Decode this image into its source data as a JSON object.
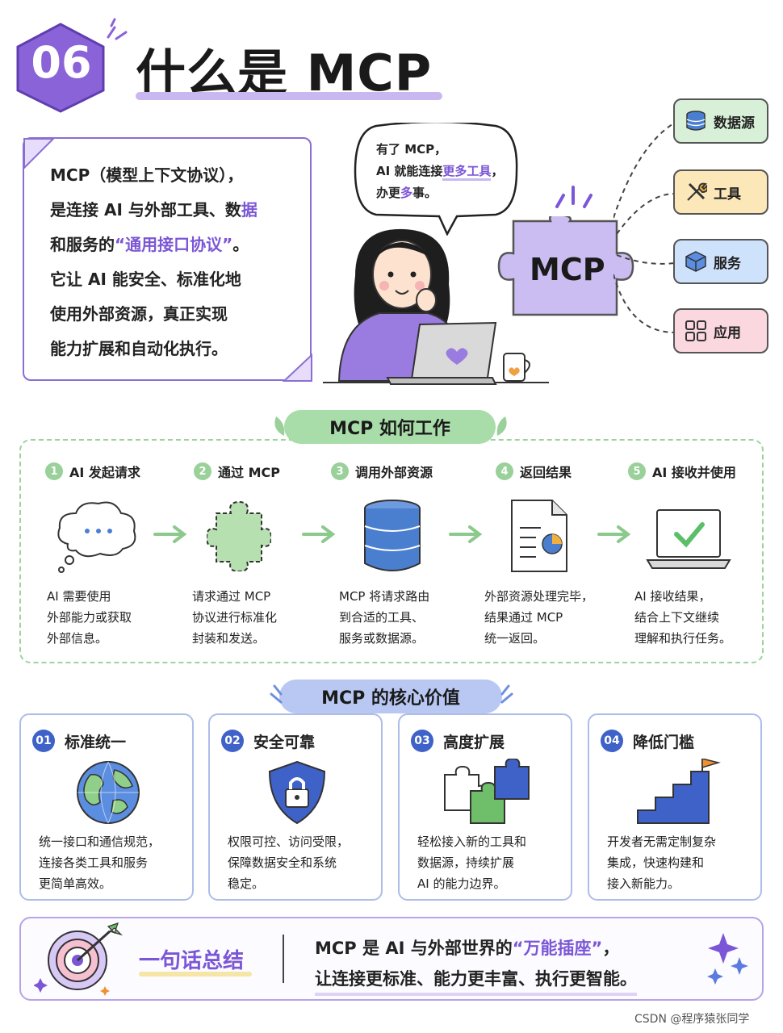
{
  "header": {
    "badge": "06",
    "title": "什么是 MCP"
  },
  "intro": {
    "line1": "MCP（模型上下文协议），",
    "line2_a": "是连接 AI 与外部工具、数",
    "line2_b": "据",
    "line3_a": "和服务的",
    "line3_b": "“通用接口协议”",
    "line3_c": "。",
    "line4": "它让 AI 能安全、标准化地",
    "line5": "使用外部资源，真正实现",
    "line6": "能力扩展和自动化执行。"
  },
  "bubble": {
    "line1": "有了 MCP，",
    "line2_a": "AI 就能连接",
    "line2_b": "更多工具",
    "line2_c": "，",
    "line3_a": "办更",
    "line3_b": "多",
    "line3_c": "事。"
  },
  "hub": {
    "label": "MCP",
    "targets": [
      "数据源",
      "工具",
      "服务",
      "应用"
    ]
  },
  "workflow": {
    "title": "MCP 如何工作",
    "steps": [
      {
        "num": "1",
        "title": "AI 发起请求",
        "desc": [
          "AI 需要使用",
          "外部能力或获取",
          "外部信息。"
        ]
      },
      {
        "num": "2",
        "title": "通过 MCP",
        "desc": [
          "请求通过 MCP",
          "协议进行标准化",
          "封装和发送。"
        ]
      },
      {
        "num": "3",
        "title": "调用外部资源",
        "desc": [
          "MCP 将请求路由",
          "到合适的工具、",
          "服务或数据源。"
        ]
      },
      {
        "num": "4",
        "title": "返回结果",
        "desc": [
          "外部资源处理完毕，",
          "结果通过 MCP",
          "统一返回。"
        ]
      },
      {
        "num": "5",
        "title": "AI 接收并使用",
        "desc": [
          "AI 接收结果，",
          "结合上下文继续",
          "理解和执行任务。"
        ]
      }
    ]
  },
  "values": {
    "title": "MCP 的核心价值",
    "cards": [
      {
        "num": "01",
        "title": "标准统一",
        "desc": [
          "统一接口和通信规范，",
          "连接各类工具和服务",
          "更简单高效。"
        ]
      },
      {
        "num": "02",
        "title": "安全可靠",
        "desc": [
          "权限可控、访问受限，",
          "保障数据安全和系统",
          "稳定。"
        ]
      },
      {
        "num": "03",
        "title": "高度扩展",
        "desc": [
          "轻松接入新的工具和",
          "数据源，持续扩展",
          "AI 的能力边界。"
        ]
      },
      {
        "num": "04",
        "title": "降低门槛",
        "desc": [
          "开发者无需定制复杂",
          "集成，快速构建和",
          "接入新能力。"
        ]
      }
    ]
  },
  "summary": {
    "label": "一句话总结",
    "line1_a": "MCP 是 AI 与外部世界的",
    "line1_b": "“万能插座”",
    "line1_c": "，",
    "line2": "让连接更标准、能力更丰富、执行更智能。"
  },
  "watermark": "CSDN @程序猿张同学",
  "colors": {
    "purple": "#7b56d6",
    "green": "#9ad09a",
    "blue": "#3f62c8"
  }
}
